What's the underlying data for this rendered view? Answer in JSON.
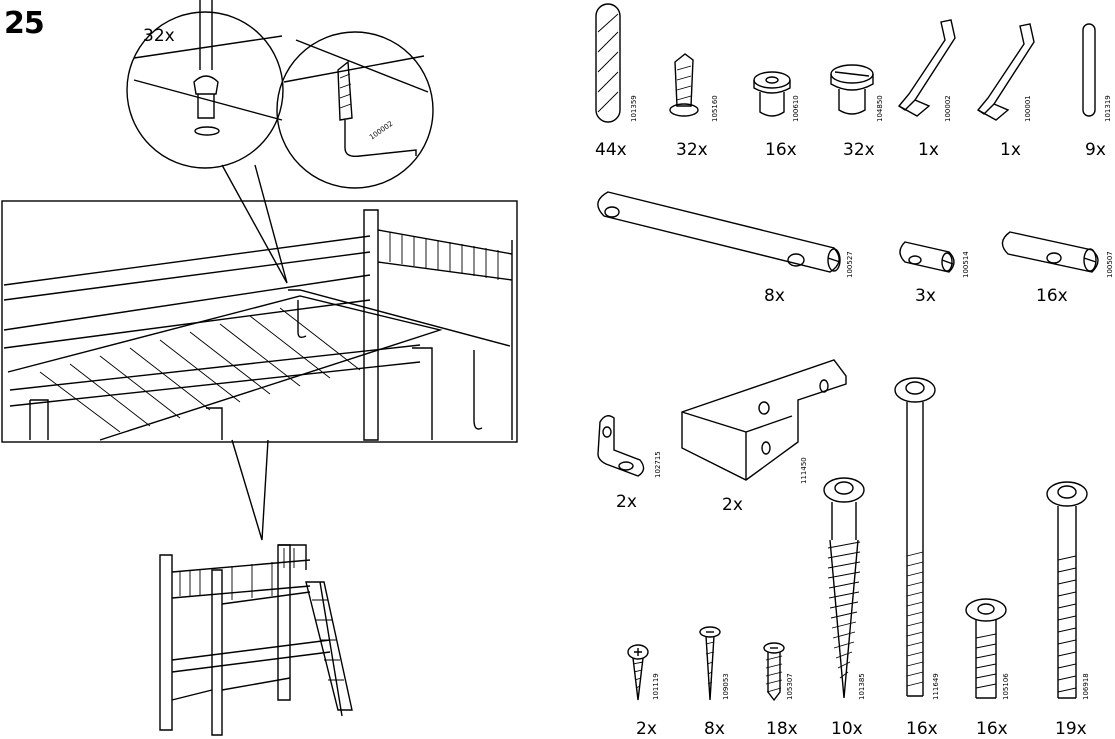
{
  "page": {
    "step": "25"
  },
  "callout": {
    "qty": "32x",
    "code": "100002"
  },
  "parts_row1": [
    {
      "qty": "44x",
      "code": "101359",
      "icon": "dowel-icon"
    },
    {
      "qty": "32x",
      "code": "105160",
      "icon": "expansion-anchor-icon"
    },
    {
      "qty": "16x",
      "code": "100610",
      "icon": "barrel-nut-icon"
    },
    {
      "qty": "32x",
      "code": "104850",
      "icon": "slotted-cam-nut-icon"
    },
    {
      "qty": "1x",
      "code": "100002",
      "icon": "allen-key-icon"
    },
    {
      "qty": "1x",
      "code": "100001",
      "icon": "allen-key-icon"
    },
    {
      "qty": "9x",
      "code": "101319",
      "icon": "pin-icon"
    }
  ],
  "parts_row2": [
    {
      "qty": "8x",
      "code": "100527",
      "icon": "long-cross-dowel-icon"
    },
    {
      "qty": "3x",
      "code": "100514",
      "icon": "short-cross-dowel-icon"
    },
    {
      "qty": "16x",
      "code": "100507",
      "icon": "cross-dowel-icon"
    }
  ],
  "parts_row3": [
    {
      "qty": "2x",
      "code": "102715",
      "icon": "angle-bracket-icon"
    },
    {
      "qty": "2x",
      "code": "111450",
      "icon": "u-bracket-icon"
    }
  ],
  "parts_row4": [
    {
      "qty": "2x",
      "code": "101119",
      "icon": "screw-icon"
    },
    {
      "qty": "8x",
      "code": "109053",
      "icon": "screw-icon"
    },
    {
      "qty": "18x",
      "code": "105307",
      "icon": "screw-icon"
    },
    {
      "qty": "10x",
      "code": "101385",
      "icon": "lag-bolt-icon"
    },
    {
      "qty": "16x",
      "code": "111649",
      "icon": "long-bolt-icon"
    },
    {
      "qty": "16x",
      "code": "105106",
      "icon": "bolt-icon"
    },
    {
      "qty": "19x",
      "code": "106918",
      "icon": "bolt-icon"
    }
  ]
}
